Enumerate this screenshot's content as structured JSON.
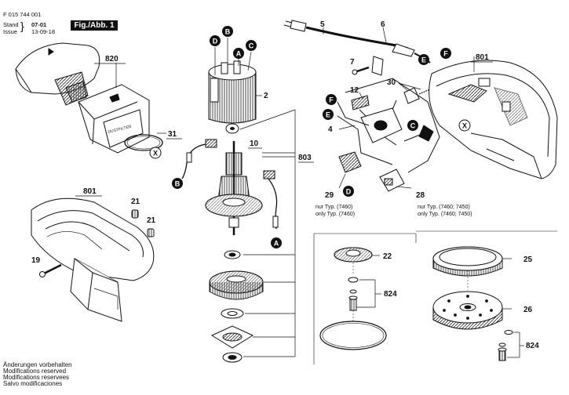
{
  "header": {
    "doc_number": "F 015 744 001",
    "stand_label": "Stand",
    "issue_label": "Issue",
    "stand_value": "07-01",
    "issue_value": "13-09-18",
    "fig_label": "Fig./Abb. 1"
  },
  "parts": {
    "p820": "820",
    "p31": "31",
    "p801a": "801",
    "p801b": "801",
    "p21a": "21",
    "p21b": "21",
    "p19": "19",
    "p2": "2",
    "p10": "10",
    "p803": "803",
    "p5": "5",
    "p6": "6",
    "p7": "7",
    "p30": "30",
    "p12": "12",
    "p4": "4",
    "p29": "29",
    "p28": "28",
    "p22": "22",
    "p824a": "824",
    "p25": "25",
    "p26": "26",
    "p824b": "824"
  },
  "markers": {
    "A": "A",
    "B": "B",
    "C": "C",
    "D": "D",
    "E": "E",
    "F": "F",
    "X": "X"
  },
  "housing_text": "DUSTFILTER",
  "notes": {
    "nur_typ_7460": "nur Typ. (7460)",
    "only_typ_7460": "only Typ. (7460)",
    "nur_typ_7460_7450": "nur Typ. (7460; 7450)",
    "only_typ_7460_7450": "only Typ. (7460; 7450)"
  },
  "footer": {
    "line1": "Änderungen vorbehalten",
    "line2": "Modifications reserved",
    "line3": "Modifications reservees",
    "line4": "Salvo modificaciones"
  }
}
